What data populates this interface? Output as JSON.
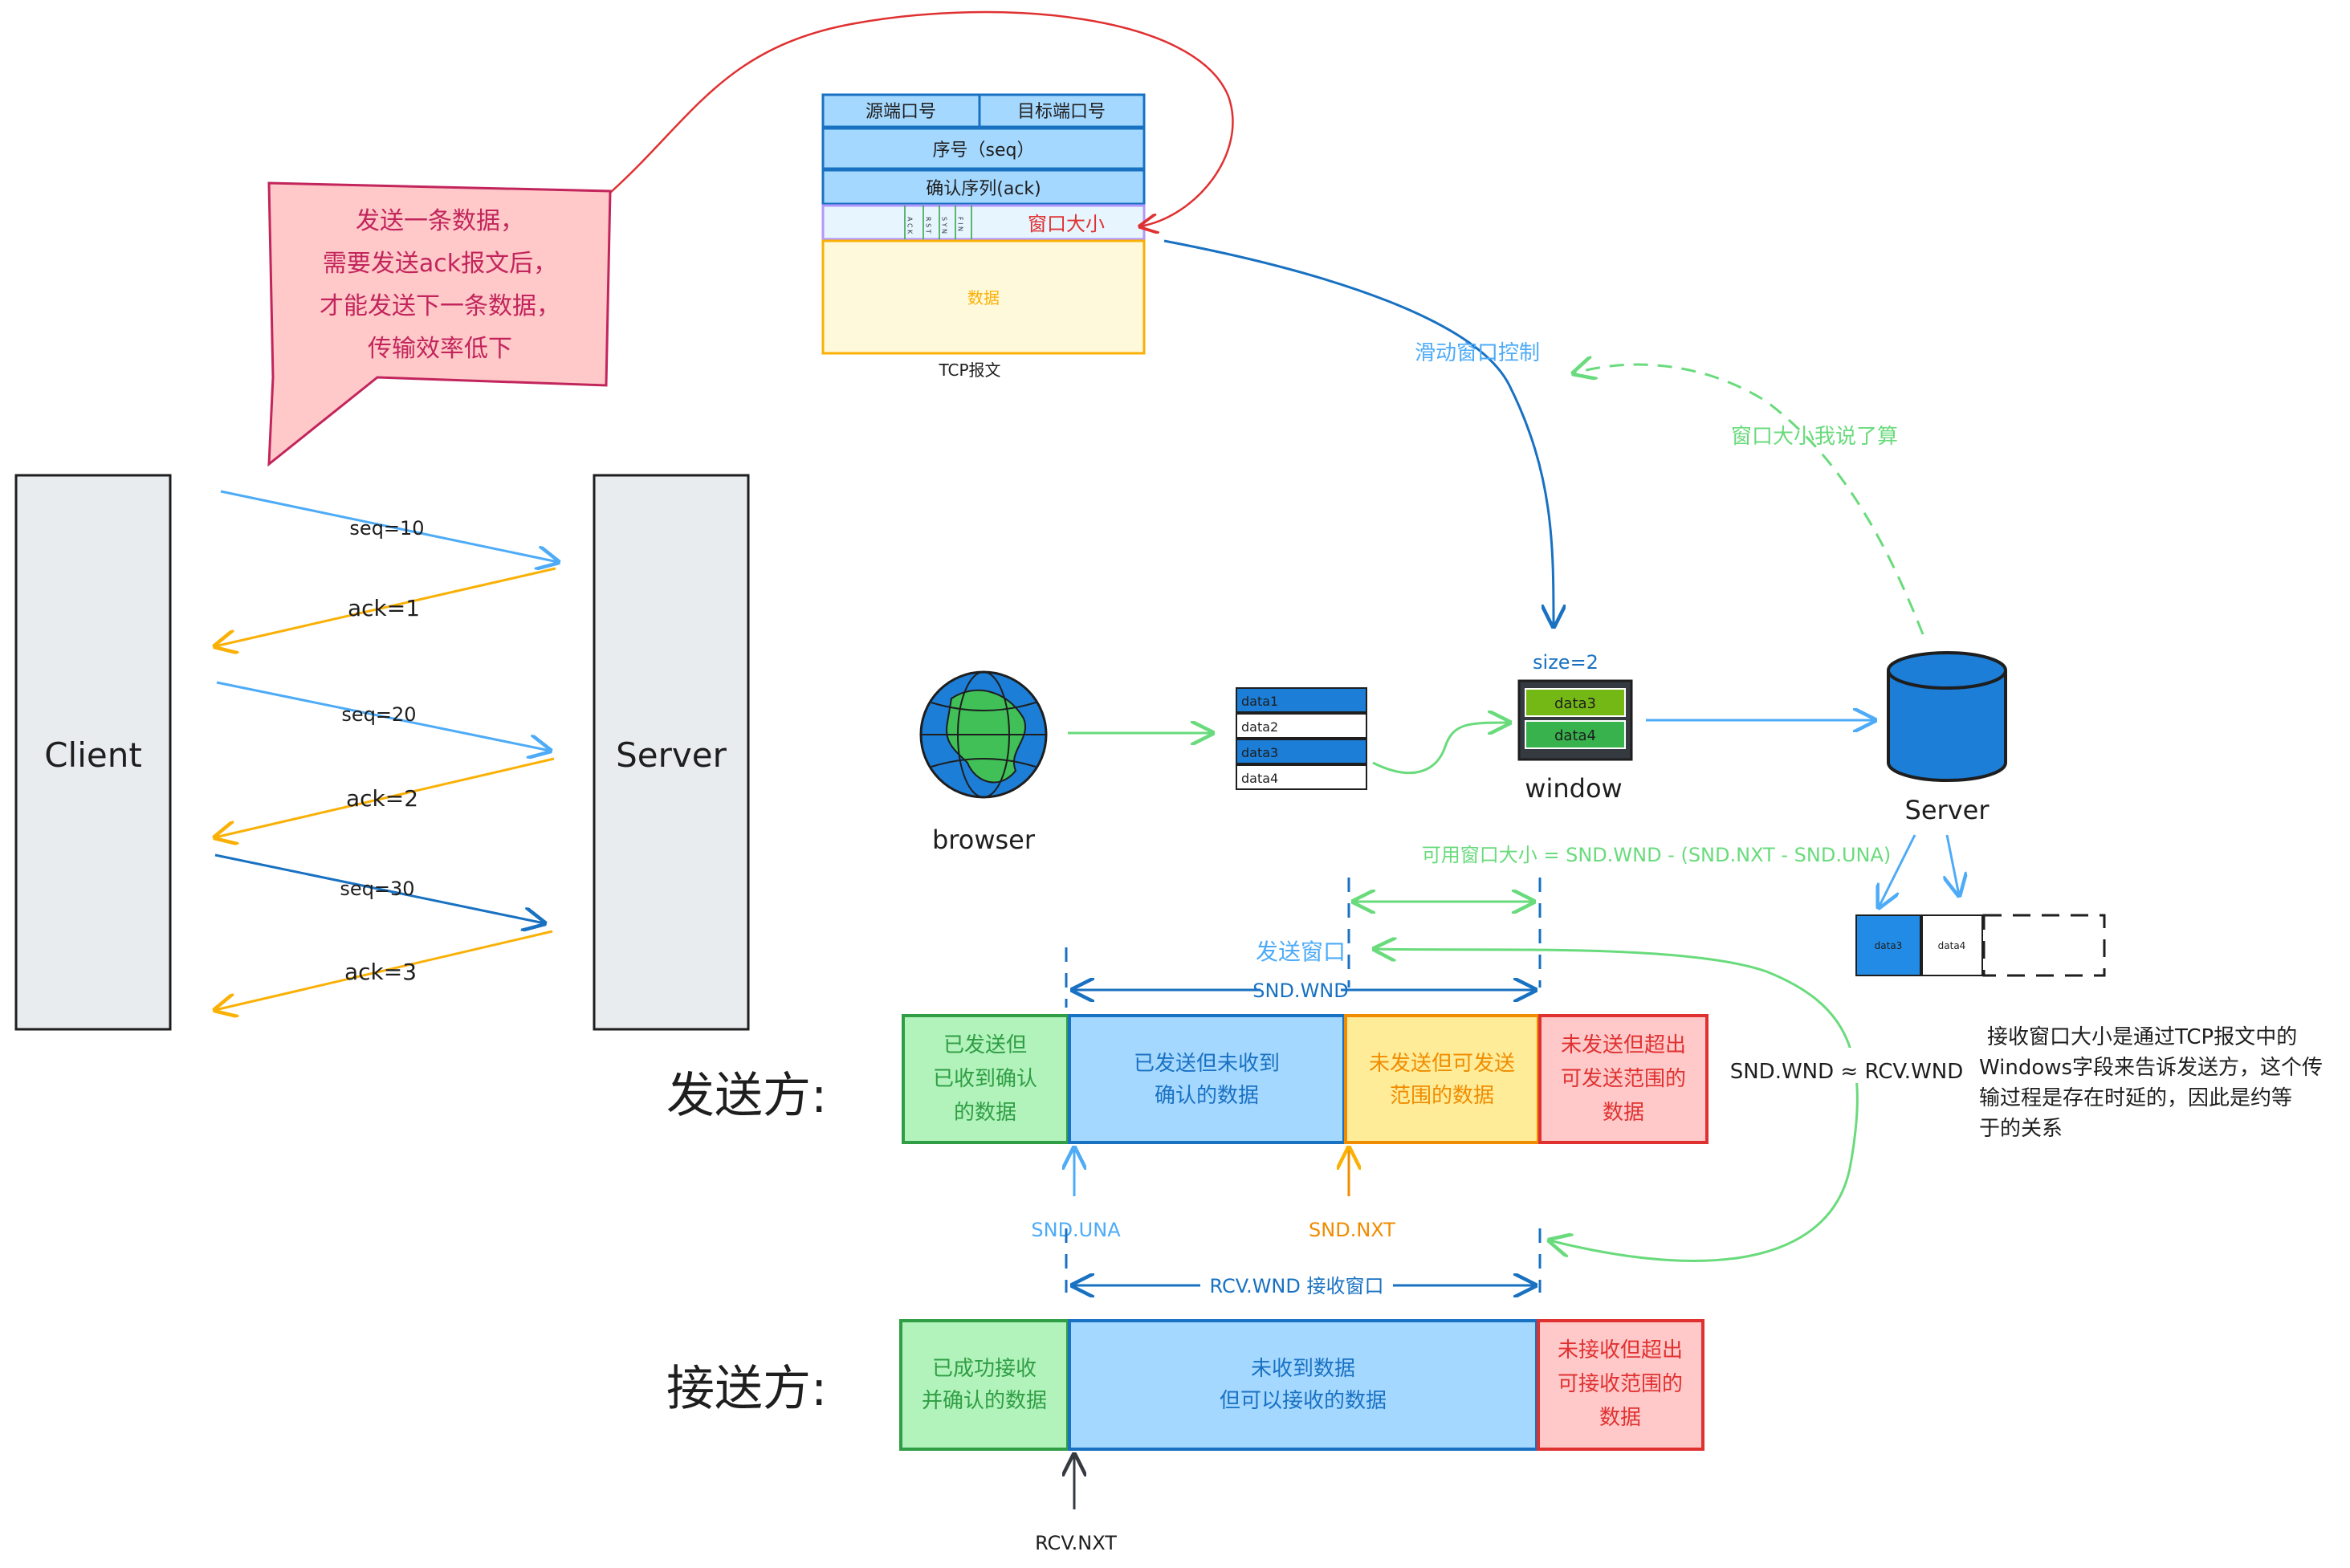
{
  "tcp_header": {
    "src_port": "源端口号",
    "dst_port": "目标端口号",
    "seq": "序号（seq）",
    "ack": "确认序列(ack)",
    "flags": [
      "A C K",
      "R S T",
      "S Y N",
      "F I N"
    ],
    "window": "窗口大小",
    "data": "数据",
    "caption": "TCP报文"
  },
  "callout": {
    "lines": [
      "发送一条数据，",
      "需要发送ack报文后，",
      "才能发送下一条数据，",
      "传输效率低下"
    ]
  },
  "handshake": {
    "client": "Client",
    "server": "Server",
    "messages": [
      "seq=10",
      "ack=1",
      "seq=20",
      "ack=2",
      "seq=30",
      "ack=3"
    ]
  },
  "flow": {
    "sliding_label": "滑动窗口控制",
    "window_decides": "窗口大小我说了算",
    "browser": "browser",
    "data_items": [
      "data1",
      "data2",
      "data3",
      "data4"
    ],
    "window_size": "size=2",
    "window_items": [
      "data3",
      "data4"
    ],
    "window_label": "window",
    "server": "Server",
    "server_items": [
      "data3",
      "data4"
    ]
  },
  "sender": {
    "available_formula": "可用窗口大小 = SND.WND - (SND.NXT - SND.UNA)",
    "window_title": "发送窗口",
    "snd_wnd": "SND.WND",
    "label": "发送方:",
    "segments": [
      {
        "lines": [
          "已发送但",
          "已收到确认",
          "的数据"
        ],
        "color": "#b2f2bb",
        "stroke": "#2f9e44"
      },
      {
        "lines": [
          "已发送但未收到",
          "确认的数据"
        ],
        "color": "#a5d8ff",
        "stroke": "#1971c2"
      },
      {
        "lines": [
          "未发送但可发送",
          "范围的数据"
        ],
        "color": "#ffec99",
        "stroke": "#f08c00"
      },
      {
        "lines": [
          "未发送但超出",
          "可发送范围的",
          "数据"
        ],
        "color": "#ffc9c9",
        "stroke": "#e03131"
      }
    ],
    "snd_una": "SND.UNA",
    "snd_nxt": "SND.NXT"
  },
  "relation": {
    "equation": "SND.WND ≈ RCV.WND",
    "note": [
      "接收窗口大小是通过TCP报文中的",
      "Windows字段来告诉发送方，这个传",
      "输过程是存在时延的，因此是约等",
      "于的关系"
    ]
  },
  "receiver": {
    "rcv_wnd": "RCV.WND 接收窗口",
    "label": "接送方:",
    "segments": [
      {
        "lines": [
          "已成功接收",
          "并确认的数据"
        ],
        "color": "#b2f2bb",
        "stroke": "#2f9e44"
      },
      {
        "lines": [
          "未收到数据",
          "但可以接收的数据"
        ],
        "color": "#a5d8ff",
        "stroke": "#1971c2"
      },
      {
        "lines": [
          "未接收但超出",
          "可接收范围的",
          "数据"
        ],
        "color": "#ffc9c9",
        "stroke": "#e03131"
      }
    ],
    "rcv_nxt": "RCV.NXT"
  },
  "colors": {
    "blue": "#4dabf7",
    "orange": "#fab005",
    "green": "#69db7c",
    "red": "#e03131",
    "pink": "#ffc9c9",
    "gray": "#e9ecef"
  }
}
